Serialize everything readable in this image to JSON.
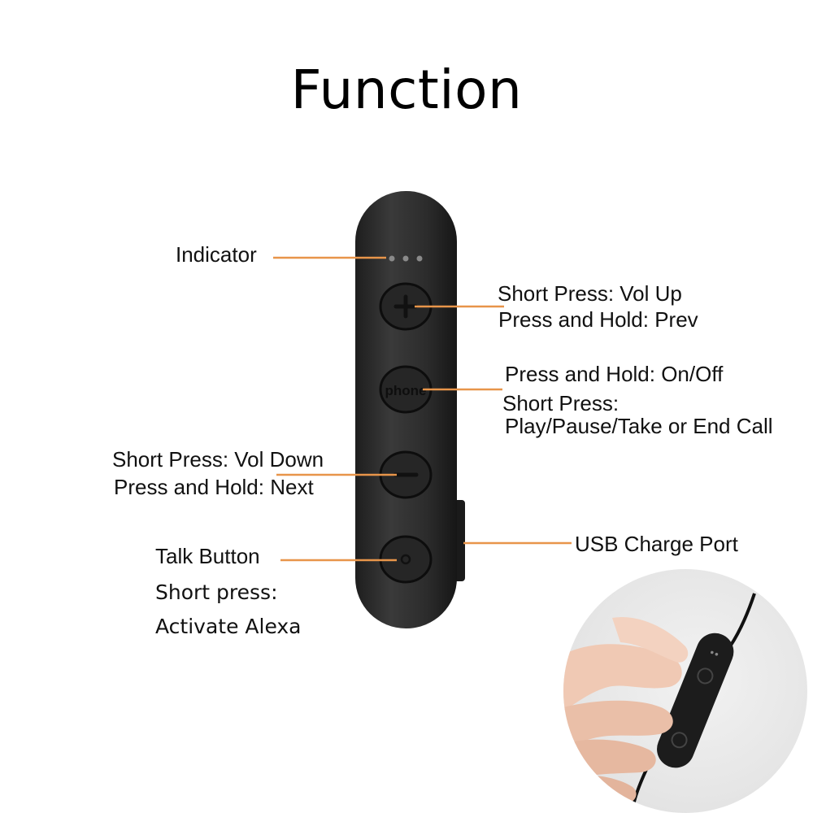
{
  "title": "Function",
  "labels": {
    "indicator": "Indicator",
    "vol_up_line1": "Short Press: Vol Up",
    "vol_up_line2": "Press and Hold: Prev",
    "phone_line1": "Press and Hold: On/Off",
    "phone_line2": "Short Press:",
    "phone_line3": "Play/Pause/Take or End Call",
    "vol_down_line1": "Short Press: Vol Down",
    "vol_down_line2": "Press and Hold: Next",
    "usb": "USB Charge Port",
    "talk_line1": "Talk Button",
    "talk_line2": "Short press:",
    "talk_line3": "Activate Alexa"
  },
  "device": {
    "phone_button_text": "phone",
    "body_color": "#2a2a2a",
    "leader_color": "#e8954a"
  }
}
